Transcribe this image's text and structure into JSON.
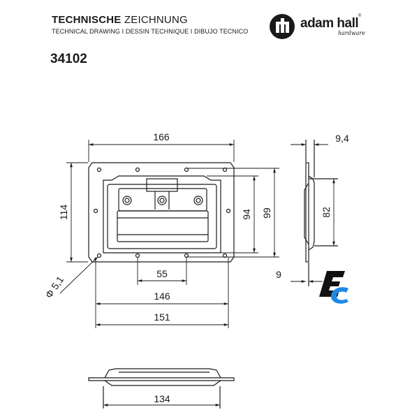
{
  "header": {
    "title_bold": "TECHNISCHE",
    "title_rest": "ZEICHNUNG",
    "subtitle": "TECHNICAL DRAWING I DESSIN TECHNIQUE I DIBUJO TECNICO",
    "part_number": "34102"
  },
  "logo": {
    "text": "adam hall",
    "tagline": "hardware",
    "registered": "®"
  },
  "dimensions": {
    "top_width": "166",
    "height_overall": "114",
    "height_94": "94",
    "height_99": "99",
    "side_depth": "9,4",
    "side_height": "82",
    "side_bottom": "9",
    "hole_diameter": "Φ 5,1",
    "center_spacing": "55",
    "hole_spacing": "146",
    "bottom_width": "151",
    "bottom_view_width": "134"
  },
  "colors": {
    "line": "#1a1a1a",
    "ec_blue": "#1e88e5",
    "ec_black": "#111111"
  }
}
